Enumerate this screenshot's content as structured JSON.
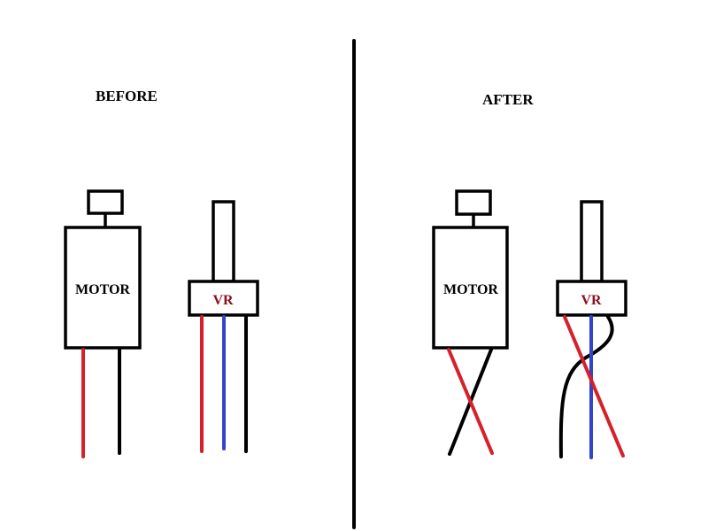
{
  "panels": {
    "before": {
      "title": "BEFORE",
      "motor_label": "MOTOR",
      "vr_label": "VR"
    },
    "after": {
      "title": "AFTER",
      "motor_label": "MOTOR",
      "vr_label": "VR"
    }
  },
  "colors": {
    "background": "#ffffff",
    "outline": "#000000",
    "red_wire": "#d6202a",
    "blue_wire": "#3344cc",
    "black_wire": "#000000",
    "vr_text": "#8b1020"
  }
}
